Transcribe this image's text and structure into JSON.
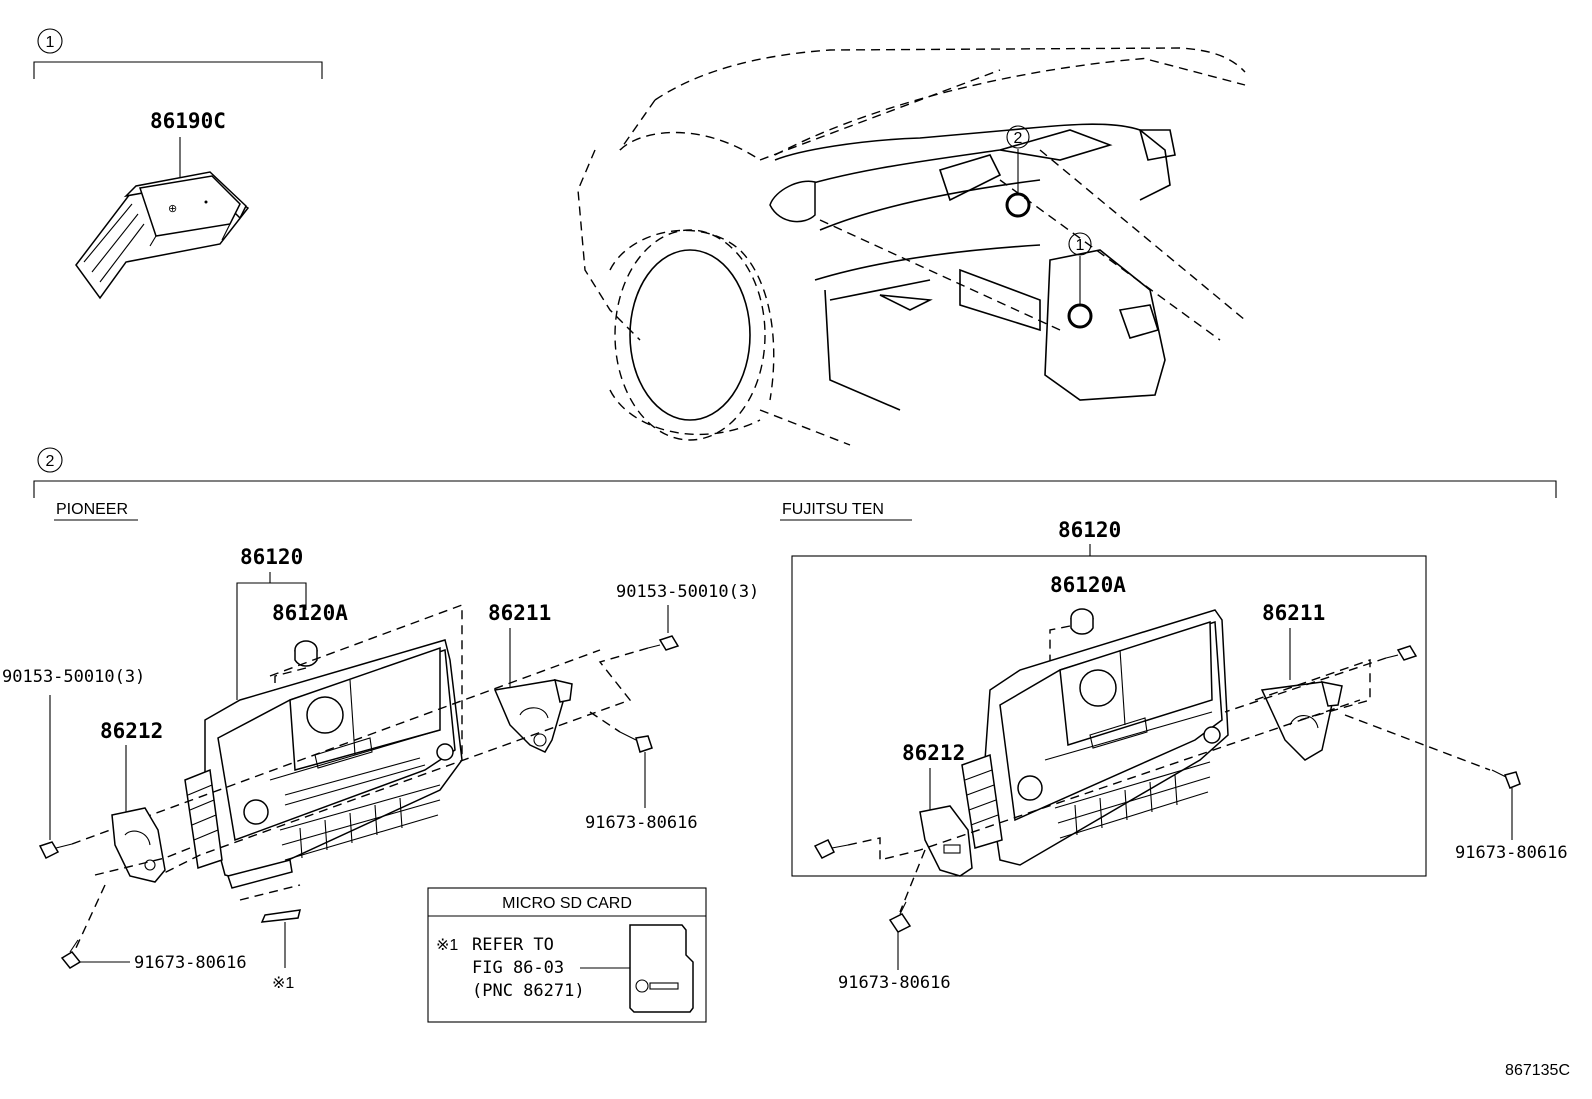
{
  "callouts": {
    "one": "1",
    "two": "2"
  },
  "section1": {
    "part_86190C": "86190C"
  },
  "section2": {
    "pioneer": {
      "heading": "PIONEER",
      "unit": "86120",
      "cap": "86120A",
      "bracket_r": "86211",
      "bracket_l": "86212",
      "bolt_tr": "90153-50010(3)",
      "bolt_l": "90153-50010(3)",
      "screw_r": "91673-80616",
      "screw_b": "91673-80616",
      "note_mark": "※1"
    },
    "fujitsu": {
      "heading": "FUJITSU TEN",
      "unit": "86120",
      "cap": "86120A",
      "bracket_r": "86211",
      "bracket_l": "86212",
      "screw_r": "91673-80616",
      "screw_b": "91673-80616"
    },
    "sdcard": {
      "title": "MICRO SD CARD",
      "mark": "※1",
      "line1": "REFER TO",
      "line2": "FIG 86-03",
      "line3": "(PNC 86271)"
    }
  },
  "figure_code": "867135C"
}
